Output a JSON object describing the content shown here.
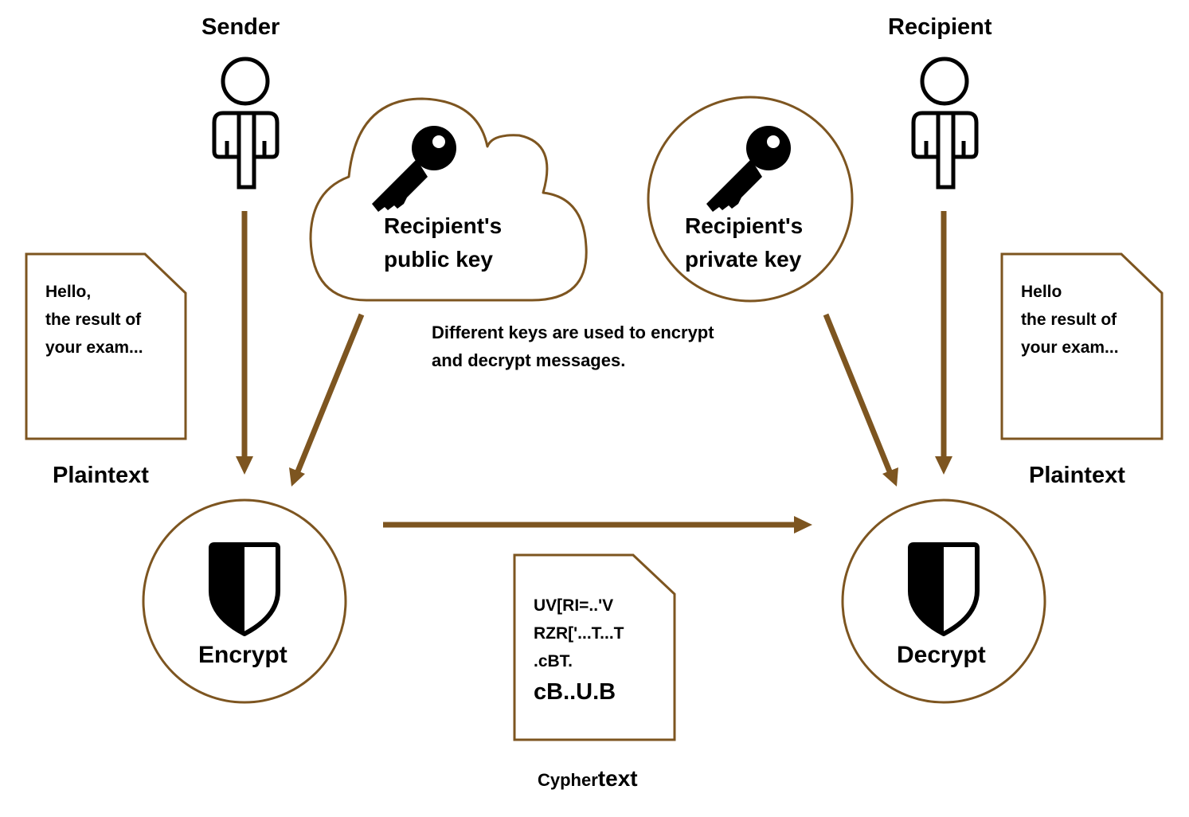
{
  "sender": {
    "label": "Sender"
  },
  "recipient": {
    "label": "Recipient"
  },
  "public_key": {
    "line1": "Recipient's",
    "line2": "public key"
  },
  "private_key": {
    "line1": "Recipient's",
    "line2": "private key"
  },
  "note": {
    "line1": "Different keys are used to encrypt",
    "line2": "and decrypt messages."
  },
  "plaintext_left": {
    "lines": [
      "Hello,",
      "the result of",
      "your exam..."
    ],
    "label": "Plaintext"
  },
  "plaintext_right": {
    "lines": [
      "Hello",
      "the result of",
      "your exam..."
    ],
    "label": "Plaintext"
  },
  "encrypt": {
    "label": "Encrypt"
  },
  "decrypt": {
    "label": "Decrypt"
  },
  "ciphertext": {
    "lines": [
      "UV[RI=..'V",
      "RZR['...T...T",
      ".cBT."
    ],
    "big_line": "cB..U.B",
    "label_small": "Cypher",
    "label_big": "text"
  },
  "colors": {
    "accent": "#7d5520",
    "ink": "#000000",
    "background": "#ffffff"
  },
  "icons": [
    "person-icon",
    "key-icon",
    "cloud-icon",
    "shield-icon",
    "document-icon",
    "arrow-icon"
  ]
}
